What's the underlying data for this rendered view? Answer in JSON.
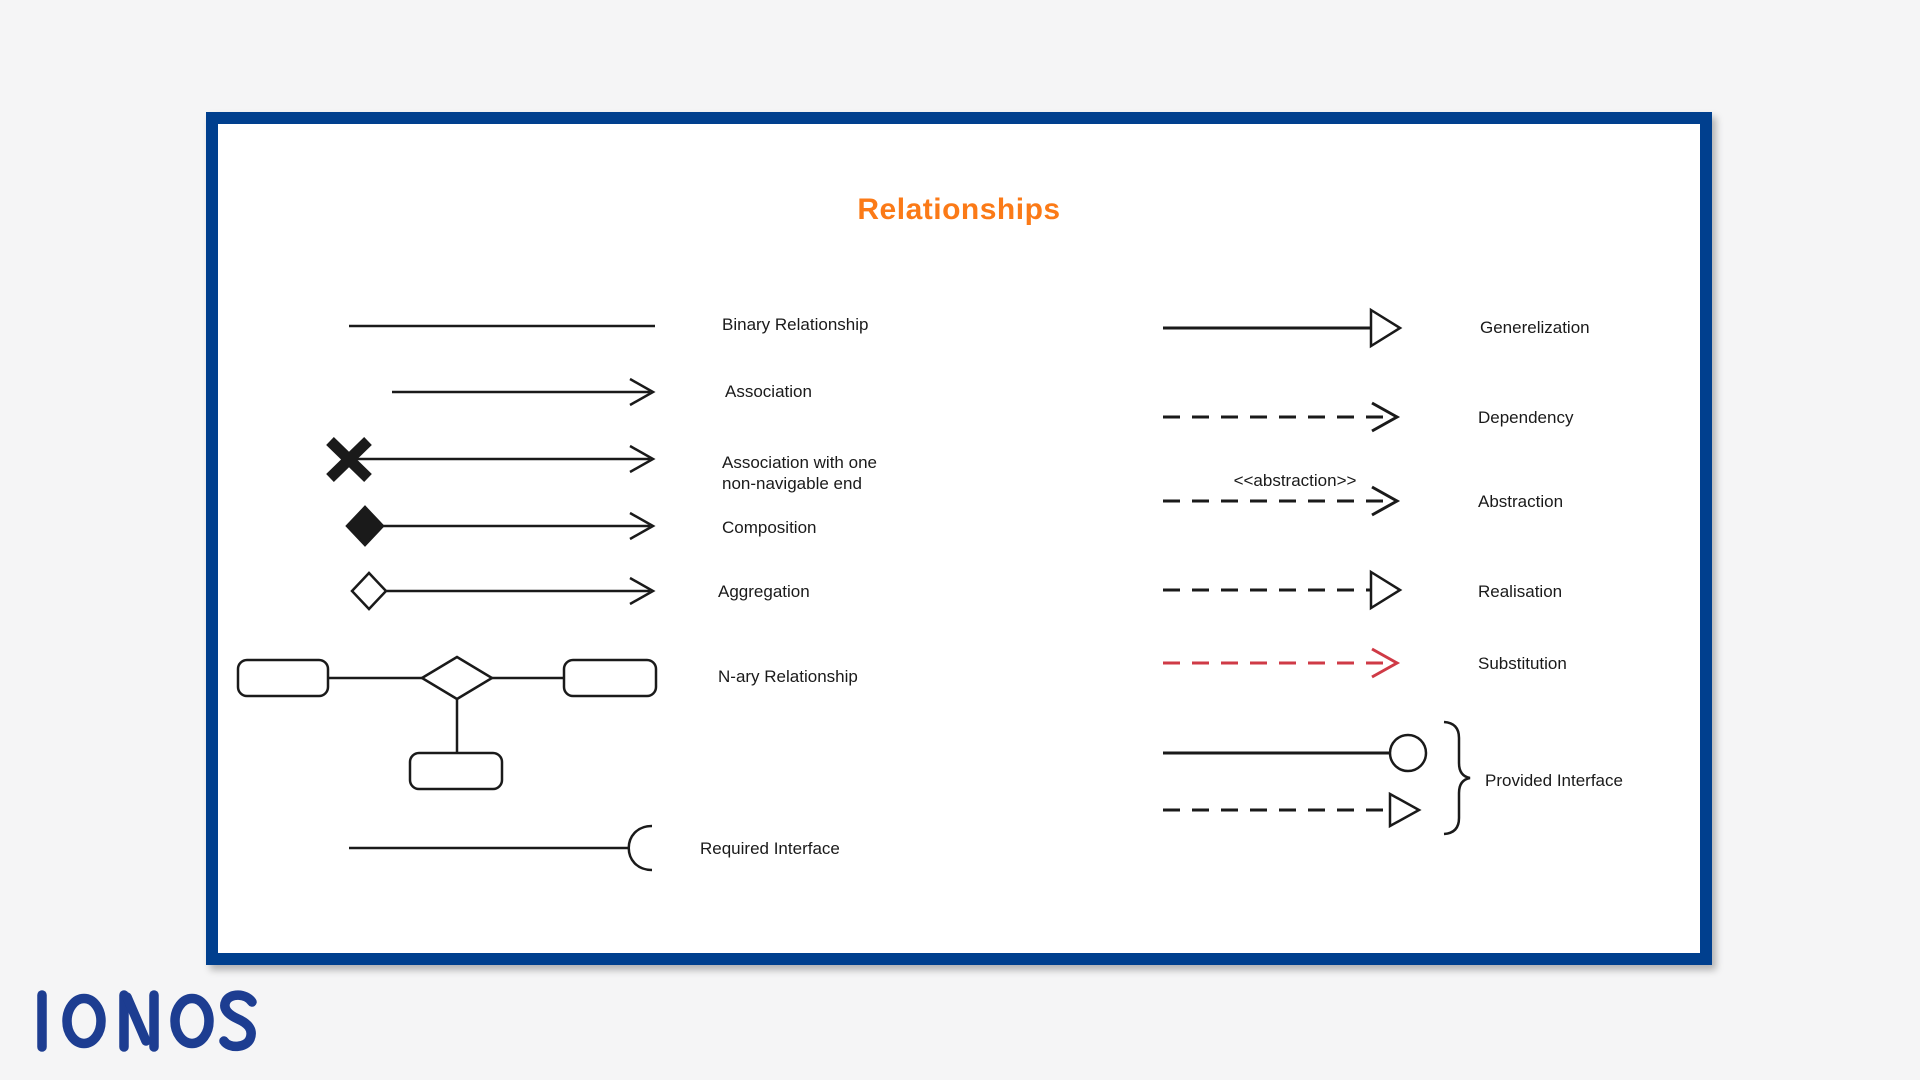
{
  "title": "Relationships",
  "colors": {
    "panel_border_blue": "#003f8e",
    "title_orange": "#fb7a17",
    "line_black": "#1a1a1a",
    "substitution_red": "#cf3a46",
    "logo_blue": "#1d3d91",
    "page_background": "#f5f5f6"
  },
  "left_column": [
    {
      "label": "Binary Relationship",
      "symbol": "solid-line"
    },
    {
      "label": "Association",
      "symbol": "solid-arrow"
    },
    {
      "label": "Association with one\nnon-navigable end",
      "symbol": "x-marked-solid-arrow"
    },
    {
      "label": "Composition",
      "symbol": "filled-diamond-solid-arrow"
    },
    {
      "label": "Aggregation",
      "symbol": "open-diamond-solid-arrow"
    },
    {
      "label": "N-ary Relationship",
      "symbol": "nary-diamond-with-three-nodes"
    },
    {
      "label": "Required Interface",
      "symbol": "line-with-open-socket"
    }
  ],
  "right_column": [
    {
      "label": "Generelization",
      "symbol": "solid-line-open-triangle"
    },
    {
      "label": "Dependency",
      "symbol": "dashed-open-arrow"
    },
    {
      "label": "Abstraction",
      "symbol": "dashed-open-arrow",
      "stereotype": "<<abstraction>>"
    },
    {
      "label": "Realisation",
      "symbol": "dashed-line-open-triangle"
    },
    {
      "label": "Substitution",
      "symbol": "red-dashed-open-arrow"
    },
    {
      "label": "Provided Interface",
      "symbol": "lollipop-line-and-dashed-open-triangle"
    }
  ],
  "brand": {
    "logo_text": "IONOS"
  }
}
